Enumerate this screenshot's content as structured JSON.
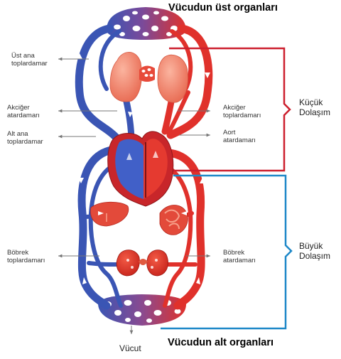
{
  "titles": {
    "top": "Vücudun üst organları",
    "bottom": "Vücudun alt organları"
  },
  "bottom_label": "Vücut",
  "left_labels": {
    "ust_ana_1": "Üst ana",
    "ust_ana_2": "toplardamar",
    "akciger_atar_1": "Akciğer",
    "akciger_atar_2": "atardamarı",
    "alt_ana_1": "Alt ana",
    "alt_ana_2": "toplardamar",
    "bobrek_top_1": "Böbrek",
    "bobrek_top_2": "toplardamarı"
  },
  "right_labels": {
    "akciger_top_1": "Akciğer",
    "akciger_top_2": "toplardamarı",
    "aort_1": "Aort",
    "aort_2": "atardamarı",
    "bobrek_atar_1": "Böbrek",
    "bobrek_atar_2": "atardamarı"
  },
  "circulation": {
    "small_1": "Küçük",
    "small_2": "Dolaşım",
    "large_1": "Büyük",
    "large_2": "Dolaşım"
  },
  "colors": {
    "oxygen_rich": "#e0312b",
    "oxygen_poor": "#3a55b4",
    "small_brace": "#cc1f2d",
    "large_brace": "#1e88c8",
    "organ": "#f4826a"
  }
}
